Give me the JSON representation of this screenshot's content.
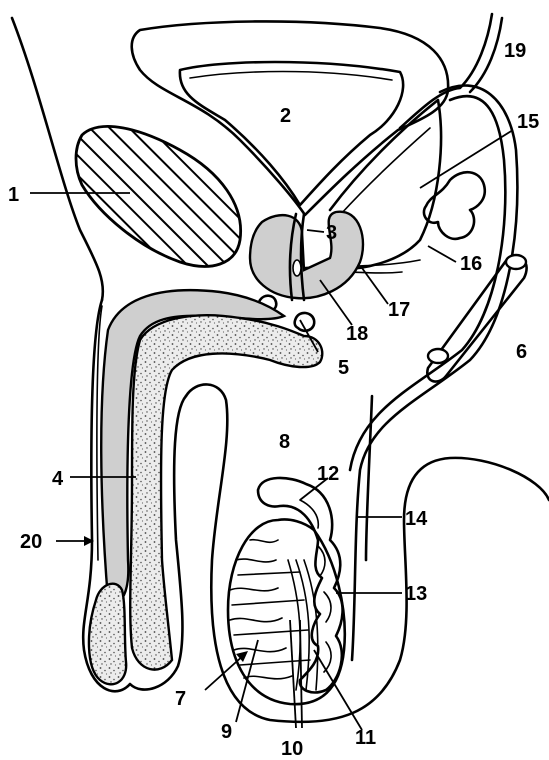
{
  "labels": {
    "l1": "1",
    "l2": "2",
    "l3": "3",
    "l4": "4",
    "l5": "5",
    "l6": "6",
    "l7": "7",
    "l8": "8",
    "l9": "9",
    "l10": "10",
    "l11": "11",
    "l12": "12",
    "l13": "13",
    "l14": "14",
    "l15": "15",
    "l16": "16",
    "l17": "17",
    "l18": "18",
    "l19": "19",
    "l20": "20"
  },
  "colors": {
    "line": "#000000",
    "shaded": "#cfcfcf",
    "background": "#ffffff"
  }
}
